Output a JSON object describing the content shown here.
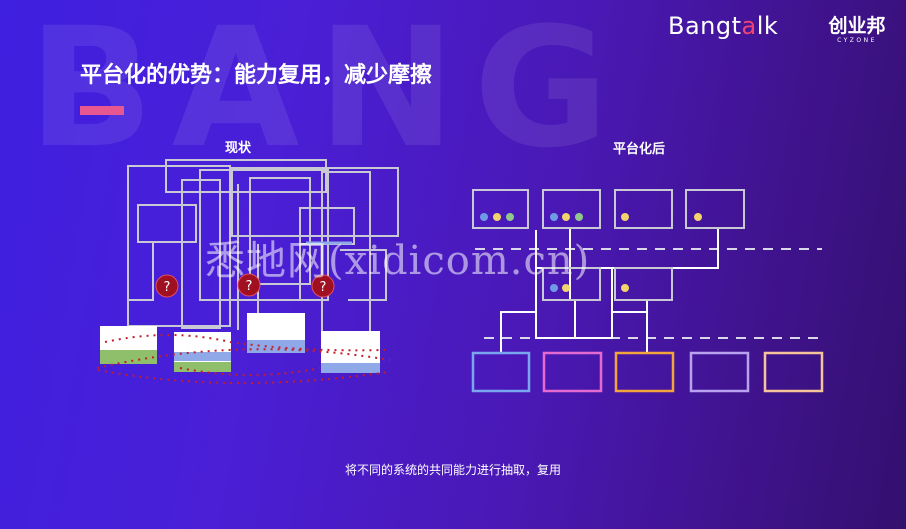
{
  "background_watermark": "BANG",
  "title": "平台化的优势：能力复用，减少摩擦",
  "logo": {
    "bangtalk_pre": "Bangt",
    "bangtalk_accent": "a",
    "bangtalk_post": "lk",
    "cyzone_cn": "创业邦",
    "cyzone_en": "CYZONE"
  },
  "left_panel": {
    "label": "现状",
    "question_mark": "?"
  },
  "right_panel": {
    "label": "平台化后"
  },
  "caption": "将不同的系统的共同能力进行抽取，复用",
  "watermark": "悉地网(xidicom.cn)",
  "colors": {
    "pink_accent": "#e8578f",
    "red_badge": "#a01020",
    "green_fill": "#8fbf6a",
    "blue_fill": "#8fa8e8",
    "dot_blue": "#6f9be6",
    "dot_yellow": "#f3d36c",
    "dot_green": "#8fc88a",
    "box_blue": "#7aa6f0",
    "box_pink": "#e46ad2",
    "box_orange": "#f3a43c",
    "box_lavender": "#b8a2f0",
    "box_peach": "#f7c39a"
  },
  "icons": [
    "question-badge-icon",
    "capability-dot-icon"
  ]
}
